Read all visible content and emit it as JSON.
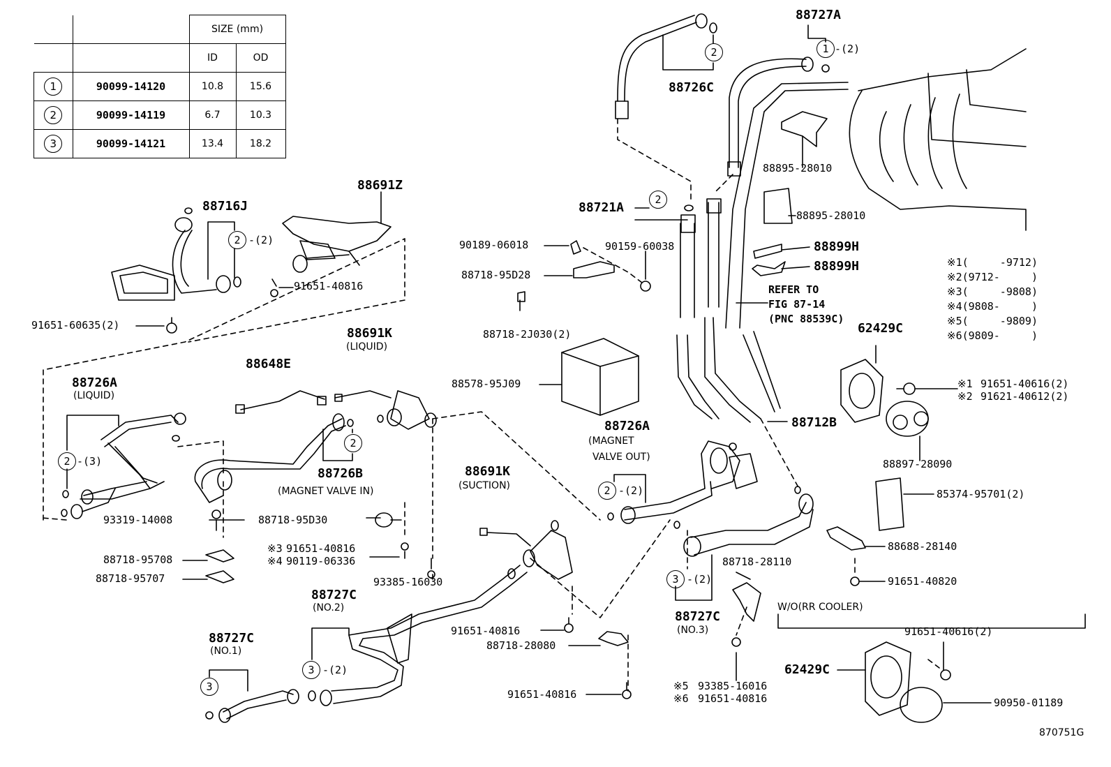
{
  "size_table": {
    "header": "SIZE (mm)",
    "col_id": "ID",
    "col_od": "OD",
    "rows": [
      {
        "num": "1",
        "part": "90099-14120",
        "id": "10.8",
        "od": "15.6"
      },
      {
        "num": "2",
        "part": "90099-14119",
        "id": "6.7",
        "od": "10.3"
      },
      {
        "num": "3",
        "part": "90099-14121",
        "id": "13.4",
        "od": "18.2"
      }
    ]
  },
  "labels": {
    "p88691Z": "88691Z",
    "p88716J": "88716J",
    "p88716J_q": "-(2)",
    "p91651_40816_a": "91651-40816",
    "p91651_60635": "91651-60635(2)",
    "p88726A_l": "88726A",
    "p88726A_l_sub": "(LIQUID)",
    "p88726A_l_q": "-(3)",
    "p88648E": "88648E",
    "p88691K_l": "88691K",
    "p88691K_l_sub": "(LIQUID)",
    "p88726B": "88726B",
    "p88726B_sub": "(MAGNET VALVE IN)",
    "p93319": "93319-14008",
    "p88718_95D30": "88718-95D30",
    "p88718_95708": "88718-95708",
    "p88718_95707": "88718-95707",
    "n3": "※3",
    "p91651_40816_b": "91651-40816",
    "n4": "※4",
    "p90119": "90119-06336",
    "p93385_16030": "93385-16030",
    "p88727C_2": "88727C",
    "p88727C_2_sub": "(NO.2)",
    "p88727C_2_q": "-(2)",
    "p88727C_1": "88727C",
    "p88727C_1_sub": "(NO.1)",
    "p88691K_s": "88691K",
    "p88691K_s_sub": "(SUCTION)",
    "p91651_40816_c": "91651-40816",
    "p88718_28080": "88718-28080",
    "p91651_40816_d": "91651-40816",
    "p90189": "90189-06018",
    "p88718_95D28": "88718-95D28",
    "p90159": "90159-60038",
    "p88718_2J030": "88718-2J030(2)",
    "p88578": "88578-95J09",
    "p88726A_m": "88726A",
    "p88726A_m_sub1": "(MAGNET",
    "p88726A_m_sub2": "VALVE OUT)",
    "p88726A_m_q": "-(2)",
    "p88726C": "88726C",
    "p88721A": "88721A",
    "p88727A": "88727A",
    "p88727A_q": "-(2)",
    "p88895_a": "88895-28010",
    "p88895_b": "88895-28010",
    "p88899H_a": "88899H",
    "p88899H_b": "88899H",
    "refer1": "REFER TO",
    "refer2": "FIG 87-14",
    "refer3": "(PNC 88539C)",
    "p88712B": "88712B",
    "p88727C_3": "88727C",
    "p88727C_3_sub": "(NO.3)",
    "p88727C_3_q": "-(2)",
    "p88718_28110": "88718-28110",
    "n5": "※5",
    "p93385_16016": "93385-16016",
    "n6": "※6",
    "p91651_40816_e": "91651-40816",
    "nd1": "※1(     -9712)",
    "nd2": "※2(9712-     )",
    "nd3": "※3(     -9808)",
    "nd4": "※4(9808-     )",
    "nd5": "※5(     -9809)",
    "nd6": "※6(9809-     )",
    "p62429C_a": "62429C",
    "n1": "※1",
    "p91651_40616": "91651-40616(2)",
    "n2": "※2",
    "p91621": "91621-40612(2)",
    "p88897": "88897-28090",
    "p85374": "85374-95701(2)",
    "p88688": "88688-28140",
    "p91651_40820": "91651-40820",
    "wo": "W/O(RR COOLER)",
    "p91651_40616_b": "91651-40616(2)",
    "p62429C_b": "62429C",
    "p90950": "90950-01189",
    "fig": "870751G"
  },
  "circle_refs": {
    "c1": "1",
    "c2": "2",
    "c3": "3"
  }
}
